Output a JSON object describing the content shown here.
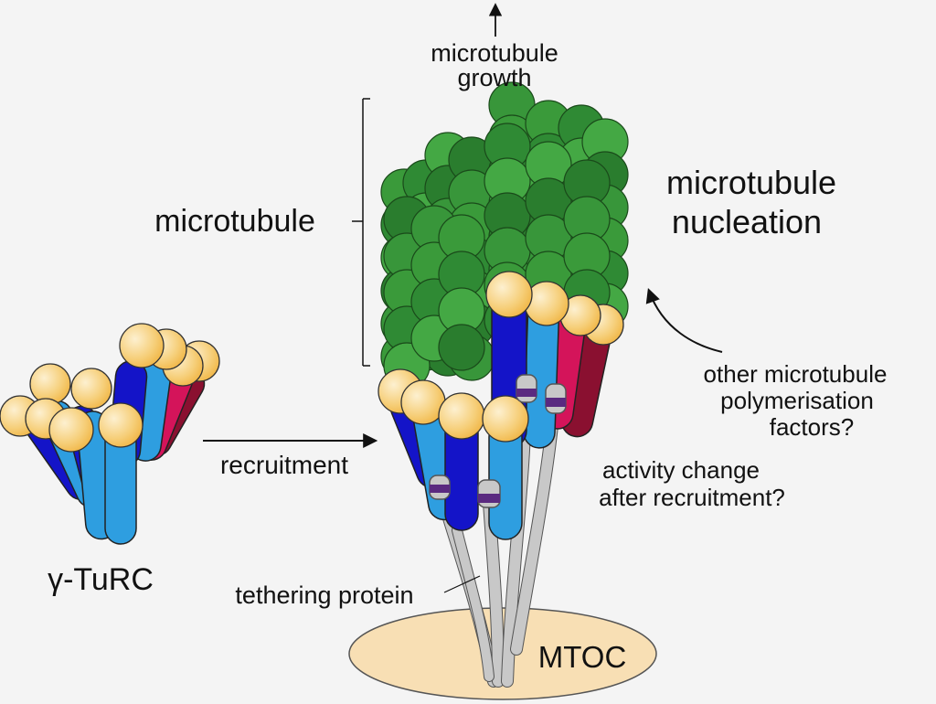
{
  "labels": {
    "growth_line1": "microtubule",
    "growth_line2": "growth",
    "microtubule": "microtubule",
    "nucleation_line1": "microtubule",
    "nucleation_line2": "nucleation",
    "factors_line1": "other microtubule",
    "factors_line2": "polymerisation",
    "factors_line3": "factors?",
    "activity_line1": "activity change",
    "activity_line2": "after recruitment?",
    "recruitment": "recruitment",
    "gturc": "γ-TuRC",
    "tethering": "tethering protein",
    "mtoc": "MTOC"
  },
  "colors": {
    "tubulin_green": [
      "#3a9a3a",
      "#2f8a34",
      "#44a844",
      "#2a7d2e",
      "#38963a"
    ],
    "gamma_tubulin_cap": "#f3c15a",
    "gamma_tubulin_cap_highlight": "#fdf0d0",
    "blue_dark": "#1414c8",
    "blue_light": "#2e9ee0",
    "red": "#d4145a",
    "dark_red": "#8a1030",
    "tether_gray": "#c8c8c8",
    "tether_band": "#5a2a80",
    "mtoc_fill": "#f8dfb4"
  }
}
